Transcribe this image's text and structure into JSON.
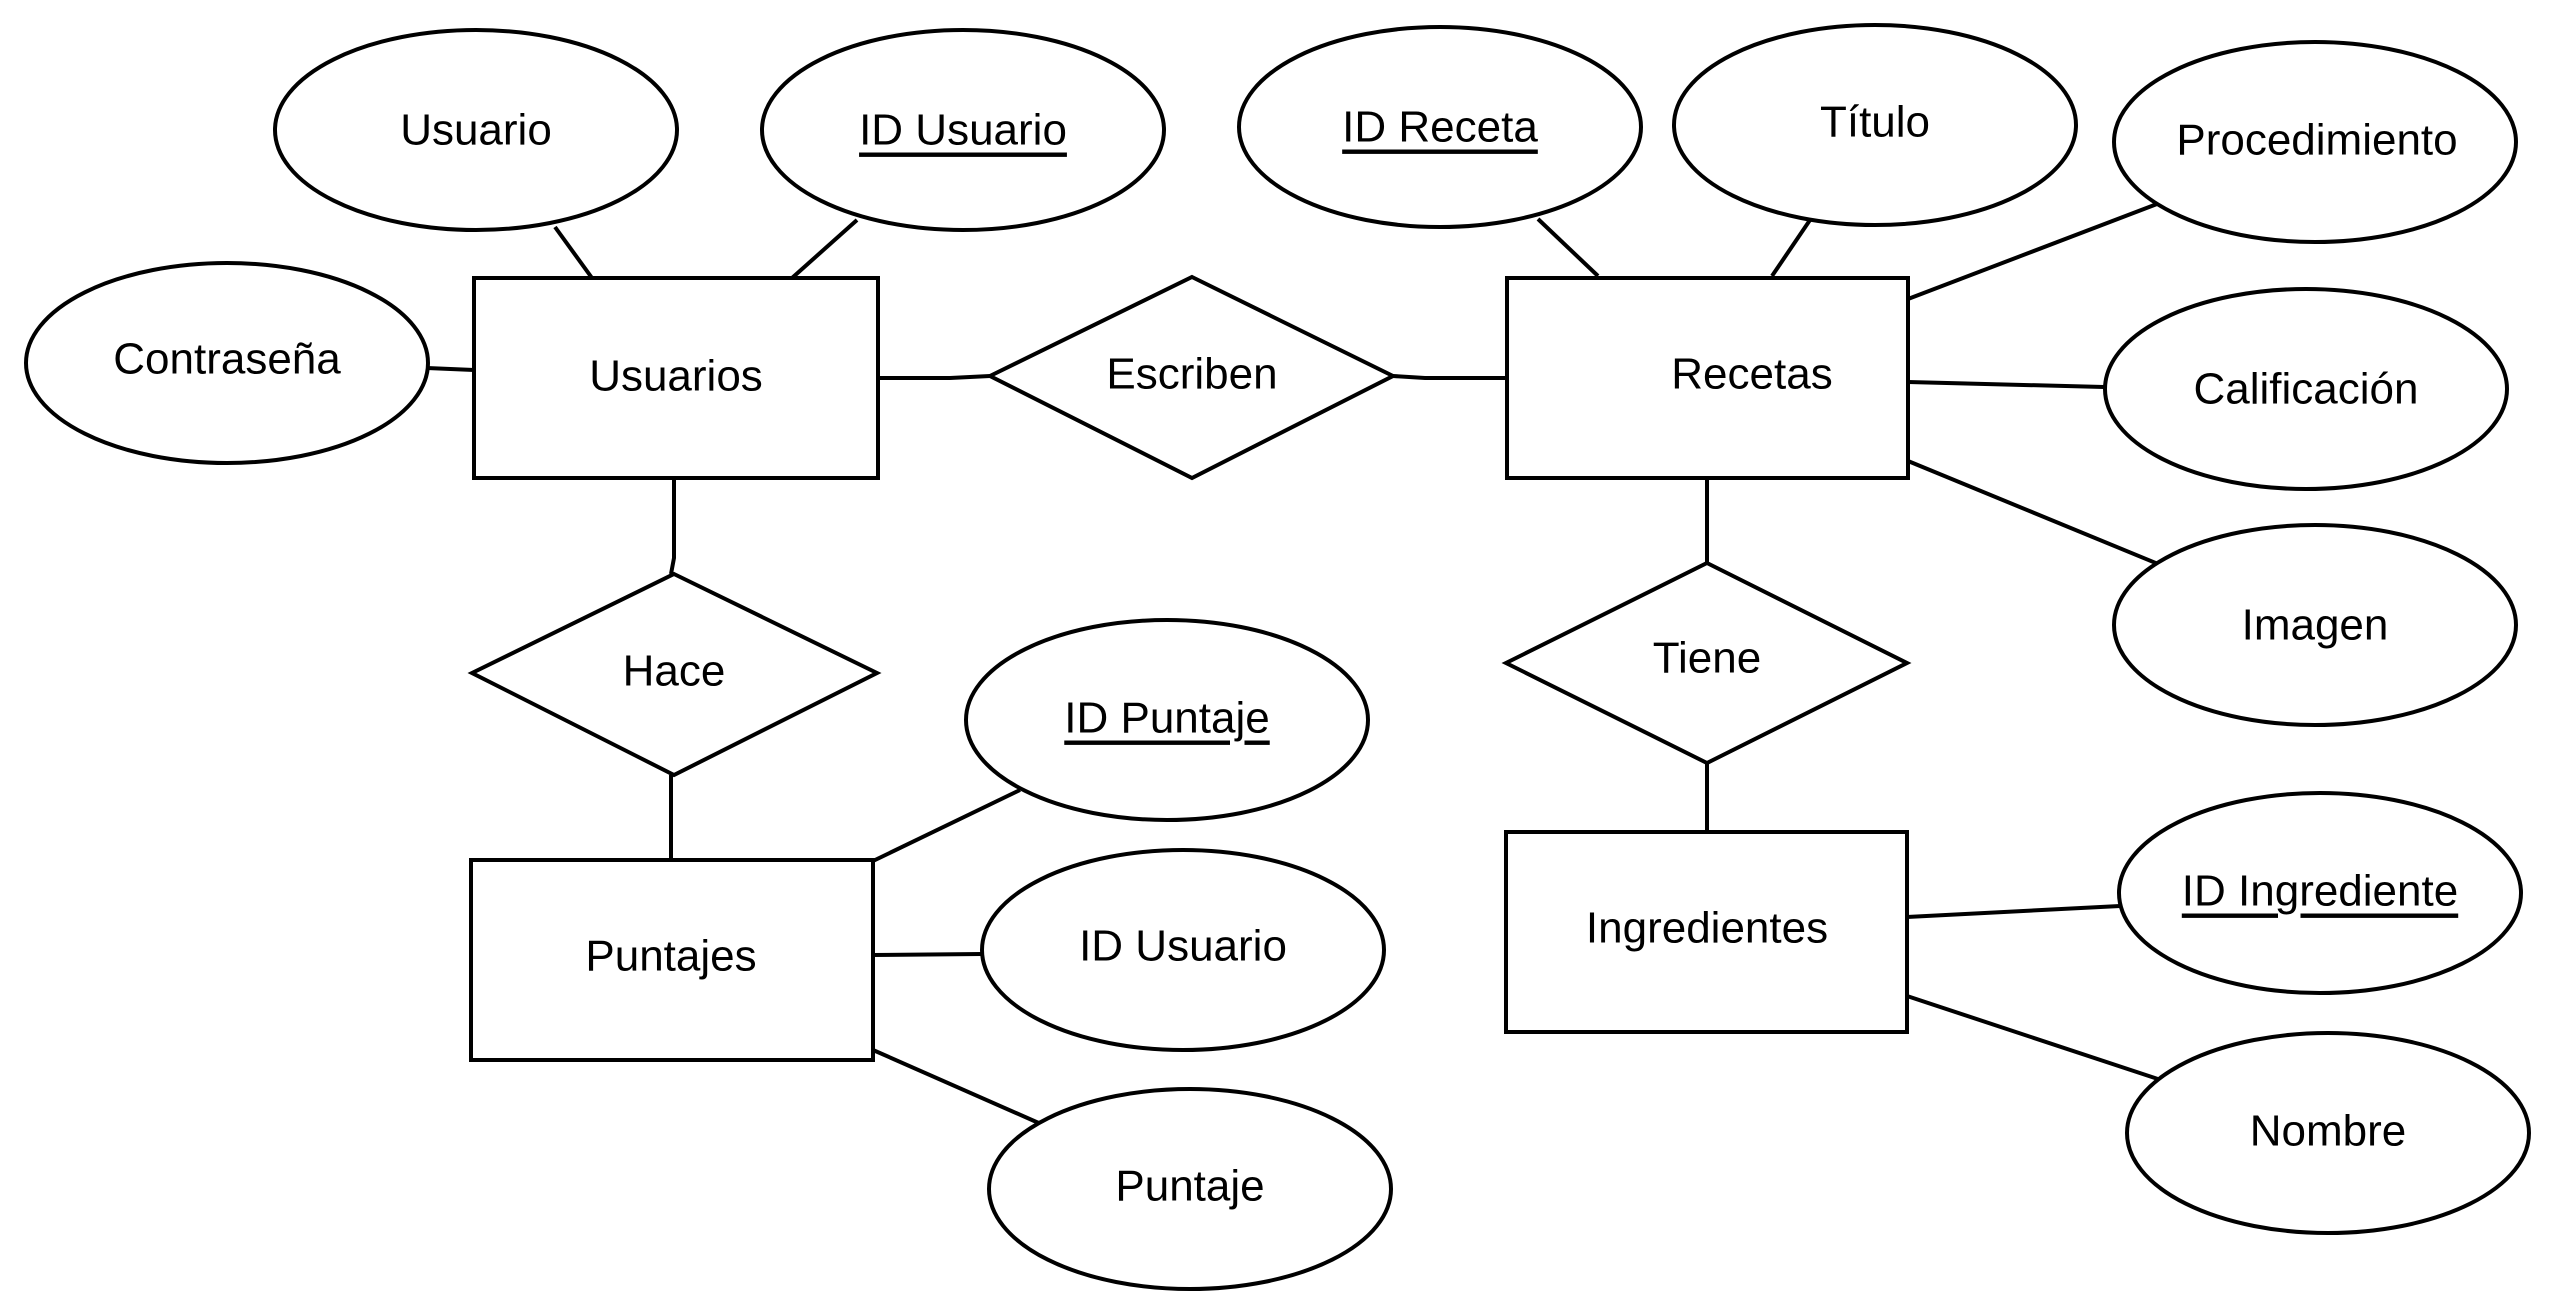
{
  "entities": {
    "usuarios": "Usuarios",
    "recetas": "Recetas",
    "puntajes": "Puntajes",
    "ingredientes": "Ingredientes"
  },
  "relationships": {
    "escriben": "Escriben",
    "hace": "Hace",
    "tiene": "Tiene"
  },
  "attributes": {
    "usuario": "Usuario",
    "id_usuario": "ID Usuario",
    "contrasena": "Contraseña",
    "id_receta": "ID Receta",
    "titulo": "Título",
    "procedimiento": "Procedimiento",
    "calificacion": "Calificación",
    "imagen": "Imagen",
    "id_puntaje": "ID Puntaje",
    "puntaje_id_usuario": "ID Usuario",
    "puntaje": "Puntaje",
    "id_ingrediente": "ID Ingrediente",
    "nombre": "Nombre"
  }
}
